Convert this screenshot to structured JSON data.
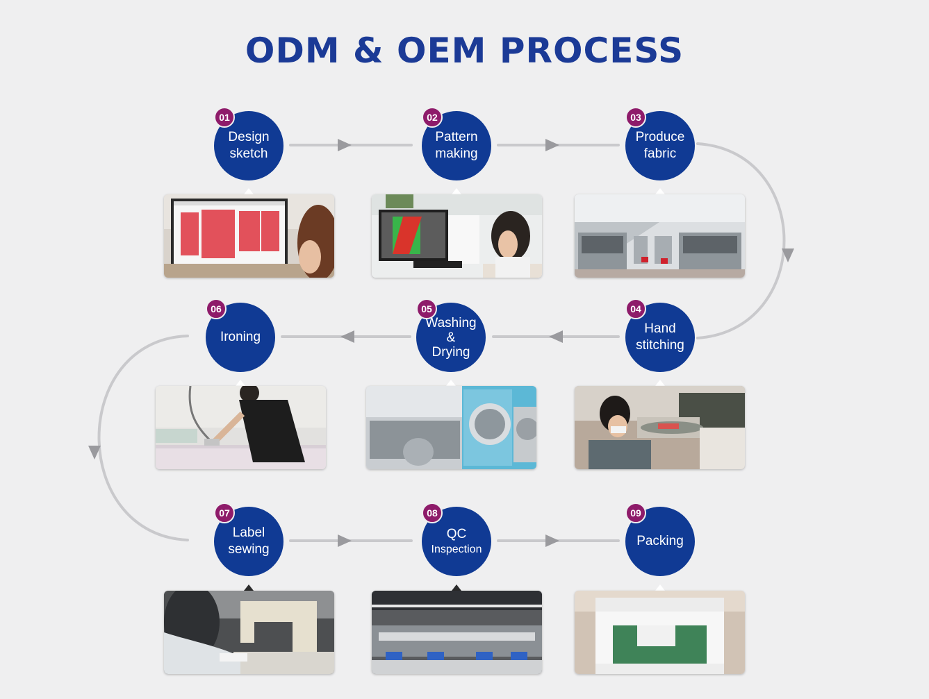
{
  "title": "ODM & OEM PROCESS",
  "colors": {
    "background": "#efeff0",
    "title": "#1b3a96",
    "circle": "#103a94",
    "badge": "#8e1b6a",
    "connector": "#c9c9cc",
    "arrow": "#9a9a9e"
  },
  "steps": [
    {
      "number": "01",
      "lines": [
        "Design",
        "sketch"
      ],
      "photo": "designer-at-computer-photo"
    },
    {
      "number": "02",
      "lines": [
        "Pattern",
        "making"
      ],
      "photo": "pattern-making-computer-photo"
    },
    {
      "number": "03",
      "lines": [
        "Produce",
        "fabric"
      ],
      "photo": "knitting-machines-photo"
    },
    {
      "number": "04",
      "lines": [
        "Hand",
        "stitching"
      ],
      "photo": "hand-stitching-worker-photo"
    },
    {
      "number": "05",
      "lines": [
        "Washing",
        "&",
        "Drying"
      ],
      "photo": "washing-machines-photo"
    },
    {
      "number": "06",
      "lines": [
        "Ironing"
      ],
      "photo": "ironing-worker-photo"
    },
    {
      "number": "07",
      "lines": [
        "Label",
        "sewing"
      ],
      "photo": "sewing-machine-photo"
    },
    {
      "number": "08",
      "lines": [
        "QC",
        "Inspection"
      ],
      "photo": "inspection-workshop-photo"
    },
    {
      "number": "09",
      "lines": [
        "Packing"
      ],
      "photo": "packing-machine-photo"
    }
  ]
}
